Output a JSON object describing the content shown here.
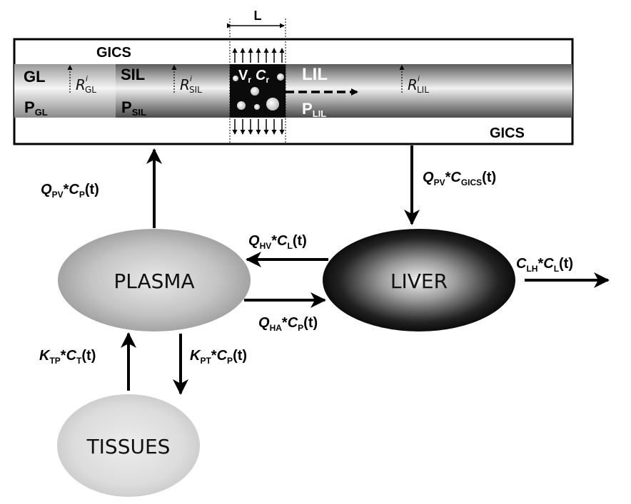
{
  "gics": {
    "top_label": "GICS",
    "bottom_label": "GICS",
    "length_label": "L",
    "segments": {
      "gl": {
        "name": "GL",
        "perm": "P",
        "perm_sub": "GL",
        "rate": "R",
        "rate_sup": "i",
        "rate_sub": "GL"
      },
      "sil": {
        "name": "SIL",
        "perm": "P",
        "perm_sub": "SIL",
        "rate": "R",
        "rate_sup": "i",
        "rate_sub": "SIL"
      },
      "lil": {
        "name": "LIL",
        "perm": "P",
        "perm_sub": "LIL",
        "rate": "R",
        "rate_sup": "i",
        "rate_sub": "LIL"
      }
    },
    "window": {
      "v": "V",
      "v_sub": "r",
      "c": "C",
      "c_sub": "r"
    }
  },
  "nodes": {
    "plasma": "PLASMA",
    "liver": "LIVER",
    "tissues": "TISSUES"
  },
  "flows": {
    "plasma_to_gics": {
      "q": "Q",
      "q_sub": "PV",
      "c": "C",
      "c_sub": "P",
      "t": "(t)"
    },
    "gics_to_liver": {
      "q": "Q",
      "q_sub": "PV",
      "c": "C",
      "c_sub": "GICS",
      "t": "(t)"
    },
    "liver_to_plasma": {
      "q": "Q",
      "q_sub": "HV",
      "c": "C",
      "c_sub": "L",
      "t": "(t)"
    },
    "plasma_to_liver": {
      "q": "Q",
      "q_sub": "HA",
      "c": "C",
      "c_sub": "P",
      "t": "(t)"
    },
    "liver_clearance": {
      "q": "C",
      "q_sub": "LH",
      "c": "C",
      "c_sub": "L",
      "t": "(t)"
    },
    "tissue_to_plasma": {
      "q": "K",
      "q_sub": "TP",
      "c": "C",
      "c_sub": "T",
      "t": "(t)"
    },
    "plasma_to_tissue": {
      "q": "K",
      "q_sub": "PT",
      "c": "C",
      "c_sub": "P",
      "t": "(t)"
    }
  }
}
